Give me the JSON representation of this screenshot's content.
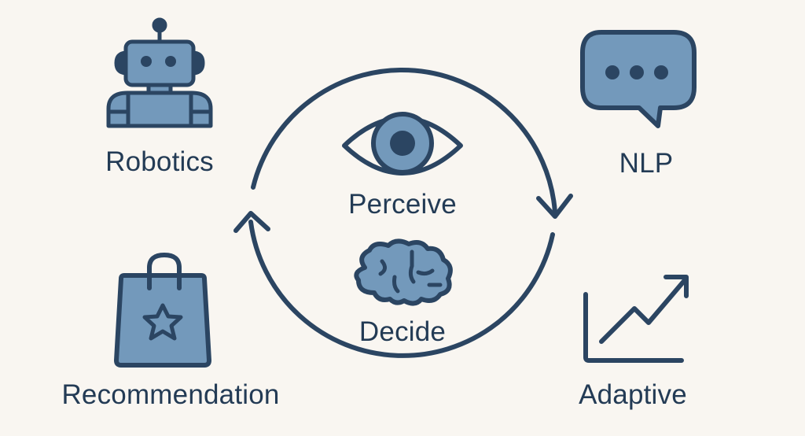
{
  "diagram": {
    "title": "AI agent perceive-decide cycle with applications",
    "colors": {
      "background": "#f9f6f1",
      "stroke": "#2b4562",
      "fill": "#7399bb",
      "fill_highlight": "#9dbcd6",
      "text": "#233b55"
    },
    "cycle": {
      "direction": "clockwise",
      "stages": [
        {
          "id": "perceive",
          "label": "Perceive",
          "icon": "eye-icon"
        },
        {
          "id": "decide",
          "label": "Decide",
          "icon": "brain-icon"
        }
      ]
    },
    "applications": [
      {
        "id": "robotics",
        "label": "Robotics",
        "icon": "robot-icon",
        "position": "top-left"
      },
      {
        "id": "nlp",
        "label": "NLP",
        "icon": "chat-bubble-icon",
        "position": "top-right"
      },
      {
        "id": "recommendation",
        "label": "Recommendation",
        "icon": "shopping-bag-star-icon",
        "position": "bottom-left"
      },
      {
        "id": "adaptive",
        "label": "Adaptive",
        "icon": "trending-up-chart-icon",
        "position": "bottom-right"
      }
    ]
  }
}
